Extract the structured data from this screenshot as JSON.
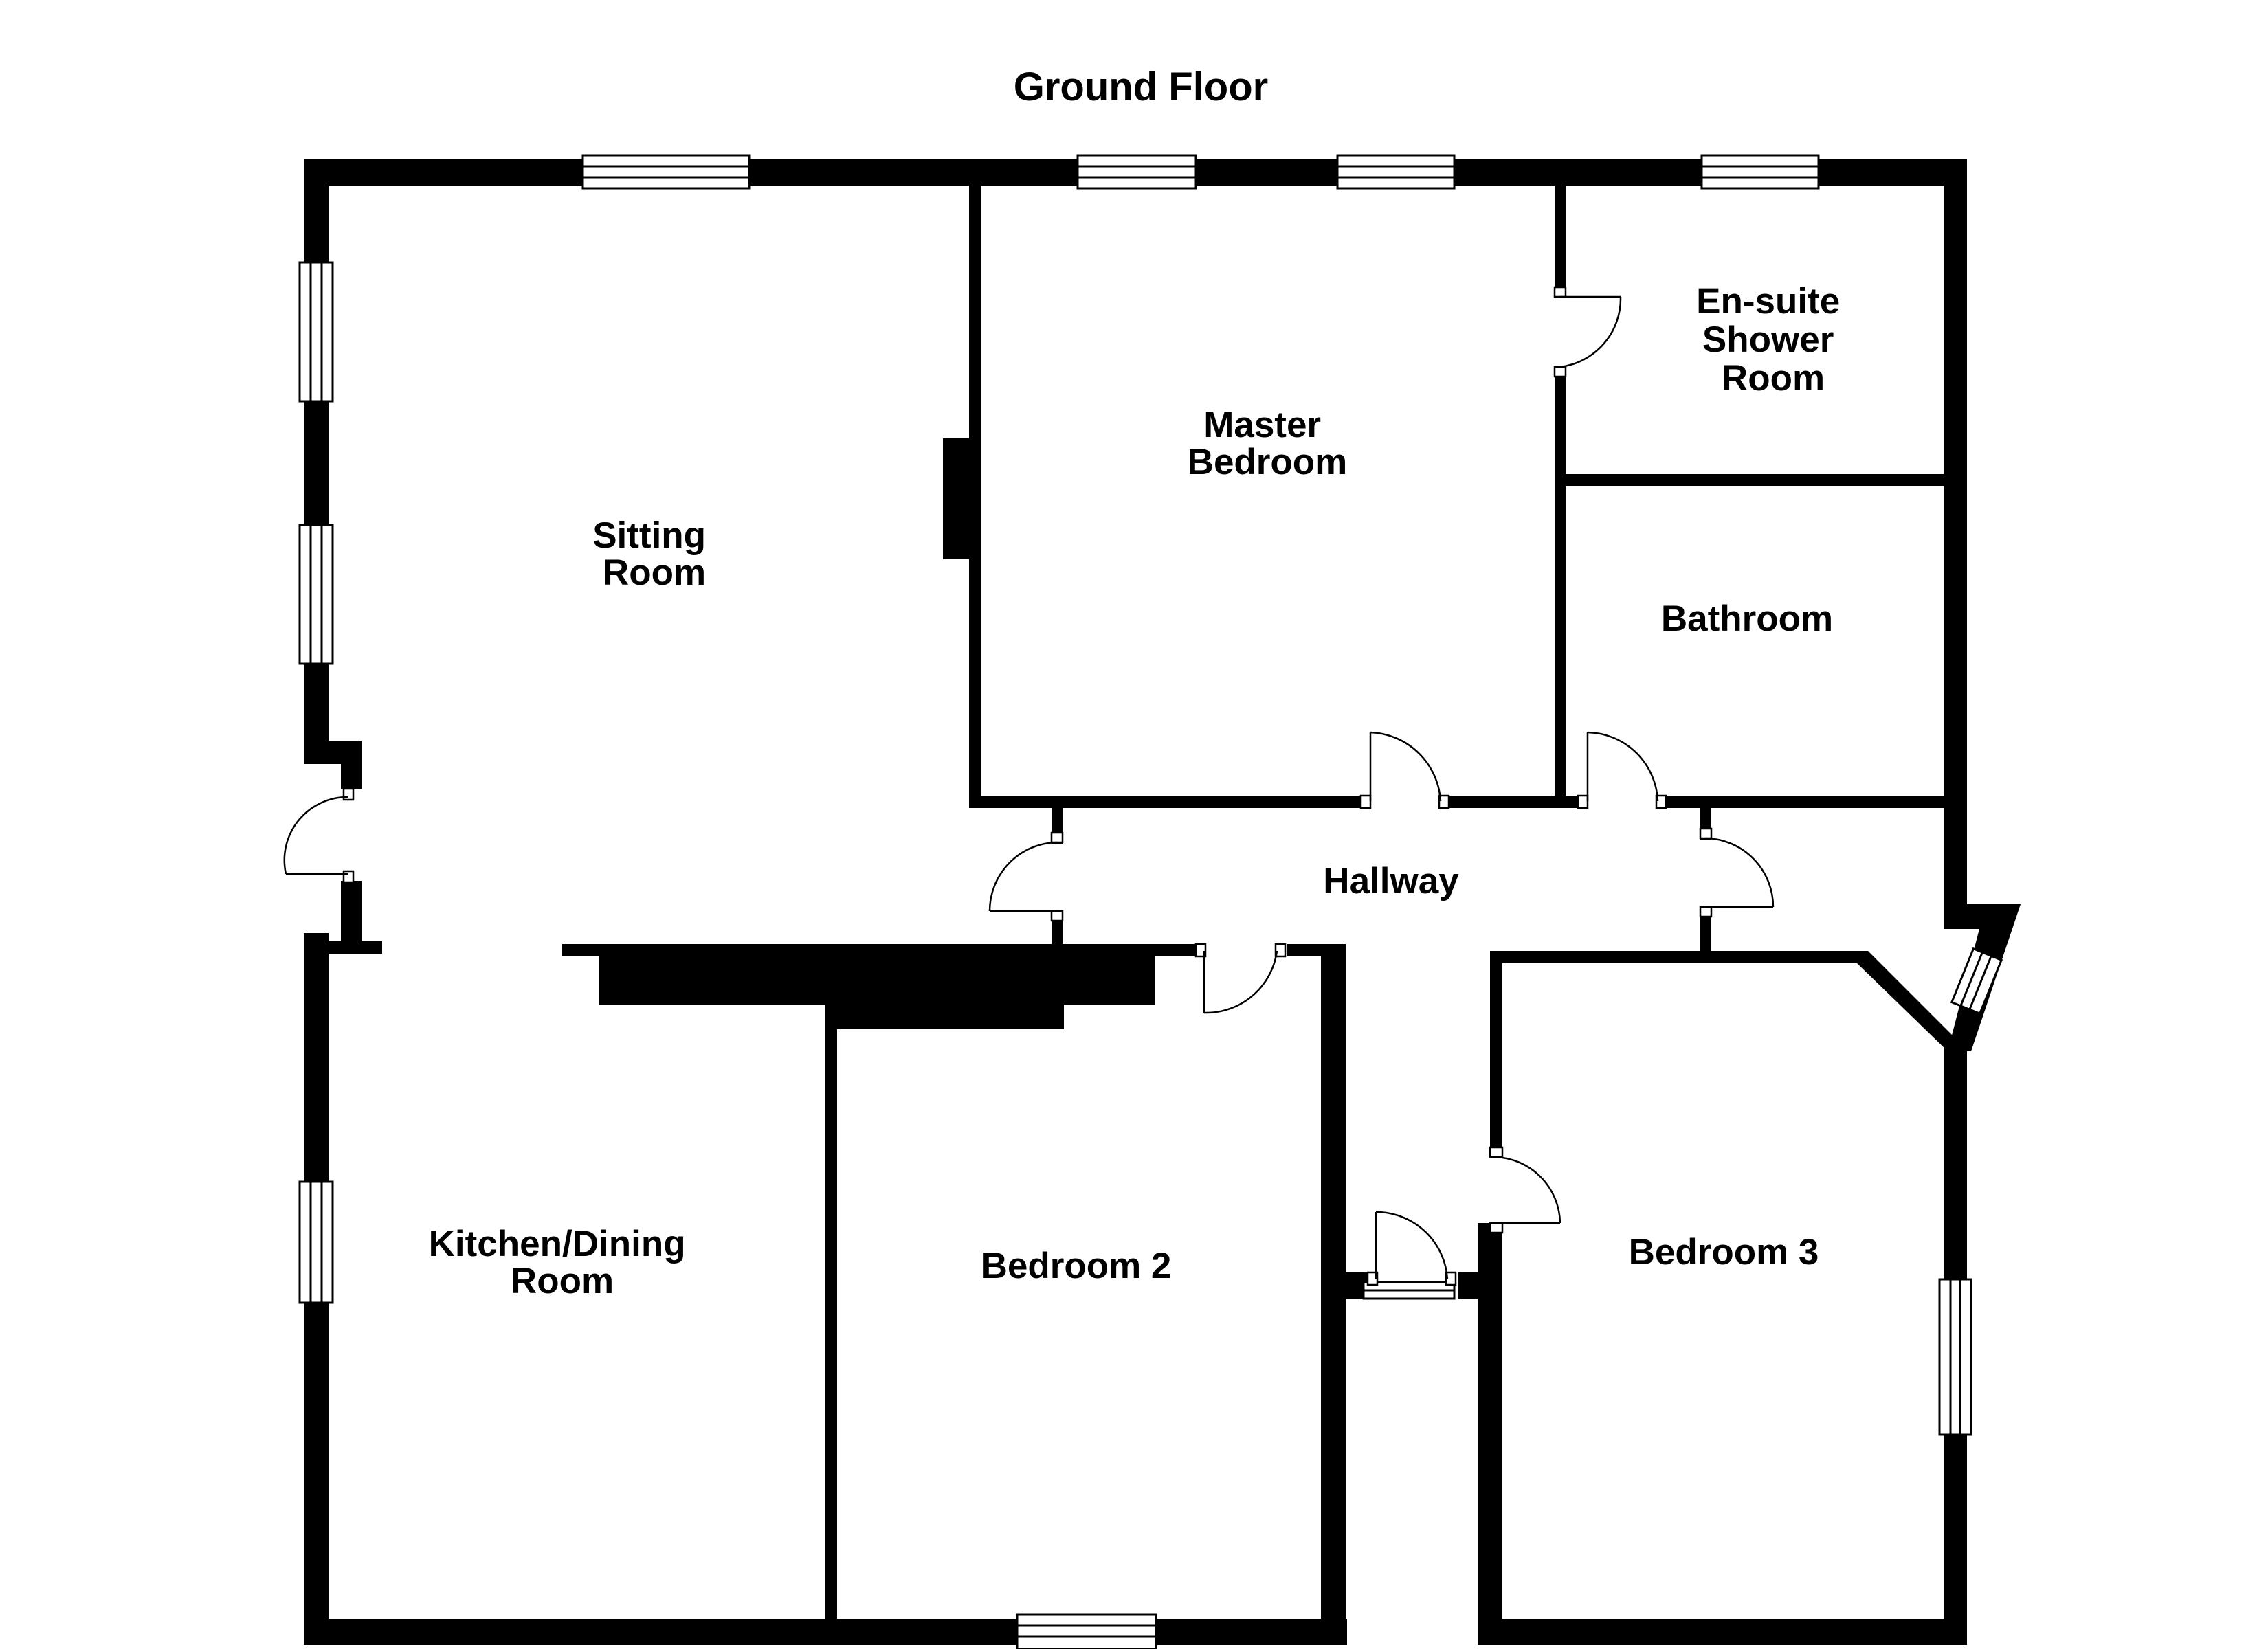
{
  "floor": {
    "title": "Ground Floor"
  },
  "rooms": {
    "sitting": [
      "Sitting",
      "Room"
    ],
    "master": [
      "Master",
      "Bedroom"
    ],
    "ensuite": [
      "En-suite",
      "Shower",
      "Room"
    ],
    "bathroom": [
      "Bathroom"
    ],
    "hallway": [
      "Hallway"
    ],
    "kitchen": [
      "Kitchen/Dining",
      "Room"
    ],
    "bedroom2": [
      "Bedroom 2"
    ],
    "bedroom3": [
      "Bedroom 3"
    ]
  },
  "colors": {
    "wall": "#000000",
    "background": "#ffffff",
    "fixture": "#ffffff"
  }
}
